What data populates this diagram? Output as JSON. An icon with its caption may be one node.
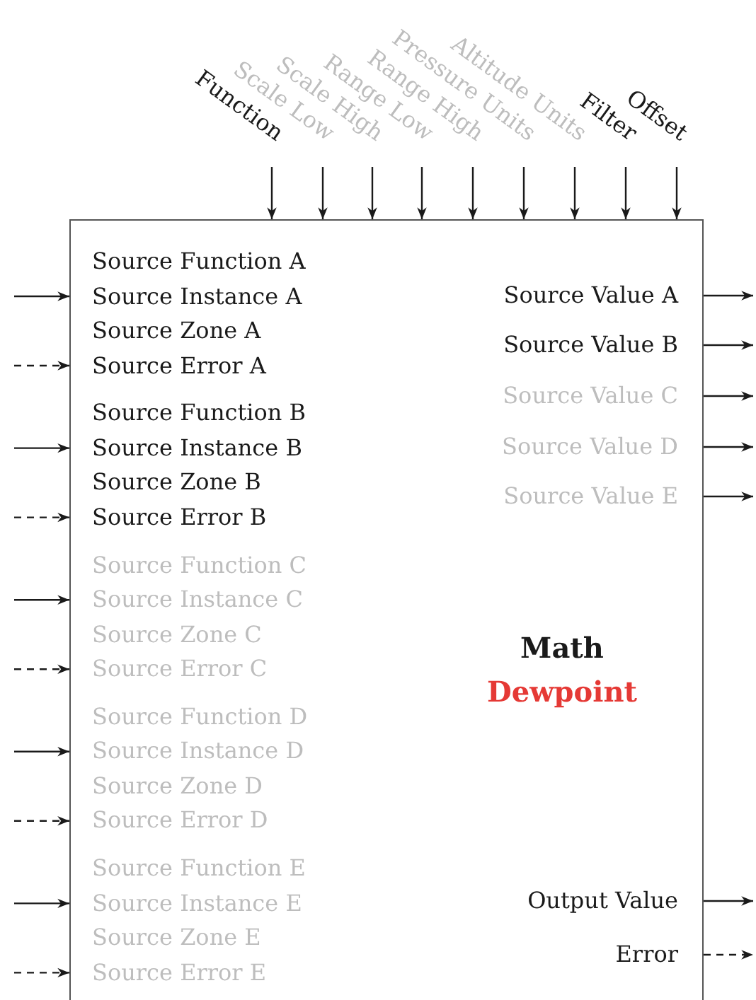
{
  "diagram": {
    "nodes": [
      {
        "text": [
          "Math",
          "Dewpoint"
        ]
      },
      {
        "text": [
          "Function"
        ]
      },
      {
        "text": [
          "Scale Low"
        ]
      },
      {
        "text": [
          "Scale High"
        ]
      },
      {
        "text": [
          "Range Low"
        ]
      },
      {
        "text": [
          "Range High"
        ]
      },
      {
        "text": [
          "Pressure Units"
        ]
      },
      {
        "text": [
          "Altitude Units"
        ]
      },
      {
        "text": [
          "Filter"
        ]
      },
      {
        "text": [
          "Offset"
        ]
      },
      {
        "text": [
          "Source Function A"
        ],
        "in": 0
      },
      {
        "text": [
          "Source Instance A"
        ],
        "in": 0
      },
      {
        "text": [
          "Source Zone A"
        ],
        "in": 0
      },
      {
        "text": [
          "Source Error A"
        ],
        "in": 0
      },
      {
        "text": [
          "Source Function B"
        ],
        "in": 0
      },
      {
        "text": [
          "Source Instance B"
        ],
        "in": 0
      },
      {
        "text": [
          "Source Zone B"
        ],
        "in": 0
      },
      {
        "text": [
          "Source Error B"
        ],
        "in": 0
      },
      {
        "text": [
          "Source Function C"
        ],
        "in": 0
      },
      {
        "text": [
          "Source Instance C"
        ],
        "in": 0
      },
      {
        "text": [
          "Source Zone C"
        ],
        "in": 0
      },
      {
        "text": [
          "Source Error C"
        ],
        "in": 0
      },
      {
        "text": [
          "Source Function D"
        ],
        "in": 0
      },
      {
        "text": [
          "Source Instance D"
        ],
        "in": 0
      },
      {
        "text": [
          "Source Zone D"
        ],
        "in": 0
      },
      {
        "text": [
          "Source Error D"
        ],
        "in": 0
      },
      {
        "text": [
          "Source Function E"
        ],
        "in": 0
      },
      {
        "text": [
          "Source Instance E"
        ],
        "in": 0
      },
      {
        "text": [
          "Source Zone E"
        ],
        "in": 0
      },
      {
        "text": [
          "Source Error E"
        ],
        "in": 0
      },
      {
        "text": [
          "Source Value A"
        ],
        "in": 0
      },
      {
        "text": [
          "Source Value B"
        ],
        "in": 0
      },
      {
        "text": [
          "Source Value C"
        ],
        "in": 0
      },
      {
        "text": [
          "Source Value D"
        ],
        "in": 0
      },
      {
        "text": [
          "Source Value E"
        ],
        "in": 0
      },
      {
        "text": [
          "Output Value"
        ],
        "in": 0
      },
      {
        "text": [
          "Error"
        ],
        "in": 0
      }
    ],
    "edges": [
      {
        "from": 1,
        "to": 0,
        "arrow": "to"
      },
      {
        "from": 2,
        "to": 0,
        "arrow": "to"
      },
      {
        "from": 3,
        "to": 0,
        "arrow": "to"
      },
      {
        "from": 4,
        "to": 0,
        "arrow": "to"
      },
      {
        "from": 5,
        "to": 0,
        "arrow": "to"
      },
      {
        "from": 6,
        "to": 0,
        "arrow": "to"
      },
      {
        "from": 7,
        "to": 0,
        "arrow": "to"
      },
      {
        "from": 8,
        "to": 0,
        "arrow": "to"
      },
      {
        "from": 9,
        "to": 0,
        "arrow": "to"
      },
      {
        "from": null,
        "to": 11,
        "arrow": "to"
      },
      {
        "from": null,
        "to": 13,
        "arrow": "to",
        "style": "dashed"
      },
      {
        "from": null,
        "to": 15,
        "arrow": "to"
      },
      {
        "from": null,
        "to": 17,
        "arrow": "to",
        "style": "dashed"
      },
      {
        "from": null,
        "to": 19,
        "arrow": "to"
      },
      {
        "from": null,
        "to": 21,
        "arrow": "to",
        "style": "dashed"
      },
      {
        "from": null,
        "to": 23,
        "arrow": "to"
      },
      {
        "from": null,
        "to": 25,
        "arrow": "to",
        "style": "dashed"
      },
      {
        "from": null,
        "to": 27,
        "arrow": "to"
      },
      {
        "from": null,
        "to": 29,
        "arrow": "to",
        "style": "dashed"
      },
      {
        "from": 30,
        "to": null,
        "arrow": "to"
      },
      {
        "from": 31,
        "to": null,
        "arrow": "to"
      },
      {
        "from": 32,
        "to": null,
        "arrow": "to"
      },
      {
        "from": 33,
        "to": null,
        "arrow": "to"
      },
      {
        "from": 34,
        "to": null,
        "arrow": "to"
      },
      {
        "from": 35,
        "to": null,
        "arrow": "to"
      },
      {
        "from": 36,
        "to": null,
        "arrow": "to",
        "style": "dashed"
      }
    ]
  }
}
